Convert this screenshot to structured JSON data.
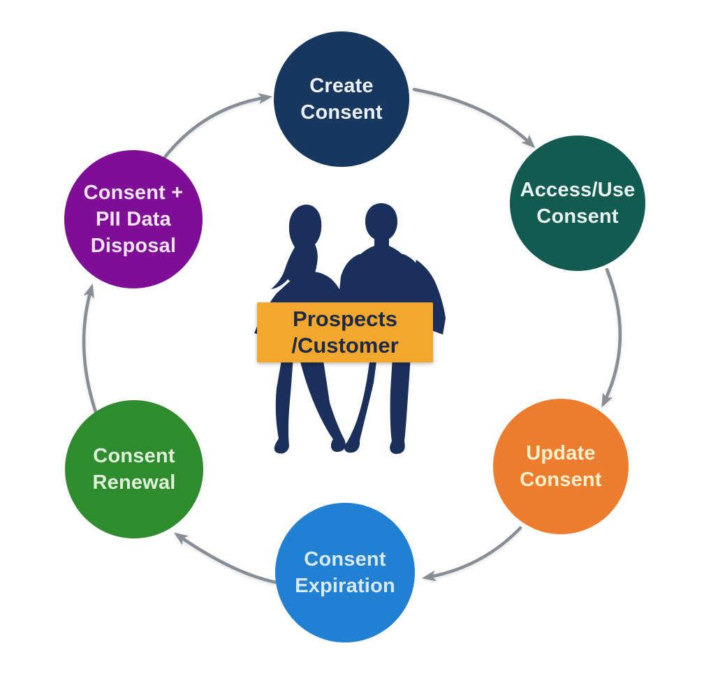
{
  "diagram_type": "circular-lifecycle",
  "flow_direction": "clockwise",
  "background_color": "#ffffff",
  "arrows": {
    "color": "#868D95",
    "style": "curved-clockwise-with-solid-triangle-heads",
    "count": 6
  },
  "nodes": [
    {
      "id": "create-consent",
      "lines": [
        "Create",
        "Consent"
      ],
      "label": "Create Consent",
      "color": "#17375E",
      "text_color": "#EDF2F9",
      "position": "top"
    },
    {
      "id": "access-use-consent",
      "lines": [
        "Access/Use",
        "Consent"
      ],
      "label": "Access/Use Consent",
      "color": "#135A50",
      "text_color": "#E9F4F1",
      "position": "top-right"
    },
    {
      "id": "update-consent",
      "lines": [
        "Update",
        "Consent"
      ],
      "label": "Update Consent",
      "color": "#ED7D2E",
      "text_color": "#FBF0CC",
      "position": "bottom-right"
    },
    {
      "id": "consent-expiration",
      "lines": [
        "Consent",
        "Expiration"
      ],
      "label": "Consent Expiration",
      "color": "#2280D3",
      "text_color": "#D6EAFB",
      "position": "bottom"
    },
    {
      "id": "consent-renewal",
      "lines": [
        "Consent",
        "Renewal"
      ],
      "label": "Consent Renewal",
      "color": "#2E8B2E",
      "text_color": "#DFF0DB",
      "position": "bottom-left"
    },
    {
      "id": "consent-pii-data-disposal",
      "lines": [
        "Consent +",
        "PII Data",
        "Disposal"
      ],
      "label": "Consent + PII Data Disposal",
      "color": "#7E0E96",
      "text_color": "#F3E4F6",
      "position": "top-left"
    }
  ],
  "center": {
    "lines": [
      "Prospects",
      "/Customer"
    ],
    "label": "Prospects /Customer",
    "banner_color": "#F2A72E",
    "banner_text_color": "#1E2A44",
    "silhouette_color": "#1B2F5B",
    "silhouette_description": "woman-and-man-silhouettes-holding-sign"
  }
}
